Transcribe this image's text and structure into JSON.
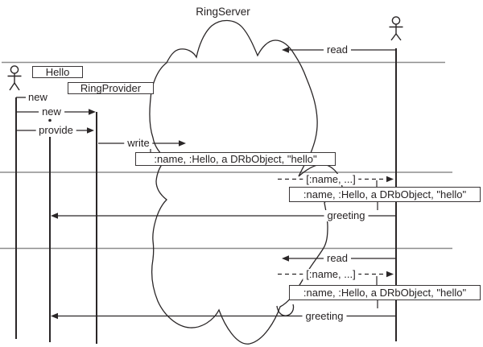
{
  "diagram": {
    "title": "RingServer",
    "object_boxes": {
      "hello": "Hello",
      "ring_provider": "RingProvider"
    },
    "messages": {
      "new_create": "new",
      "new_call": "new",
      "provide": "provide",
      "write": "write",
      "read_top": "read",
      "tuple_match_top": "[:name, ...]",
      "greeting_top": "greeting",
      "read_bottom": "read",
      "tuple_match_bottom": "[:name, ...]",
      "greeting_bottom": "greeting"
    },
    "tuple_boxes": {
      "write_tuple": ":name, :Hello, a DRbObject, \"hello\"",
      "read_result_top": ":name, :Hello, a DRbObject, \"hello\"",
      "read_result_bottom": ":name, :Hello, a DRbObject, \"hello\""
    },
    "colors": {
      "ink": "#2a2627",
      "separator_gray": "#8d8d8d",
      "background": "#ffffff"
    }
  }
}
